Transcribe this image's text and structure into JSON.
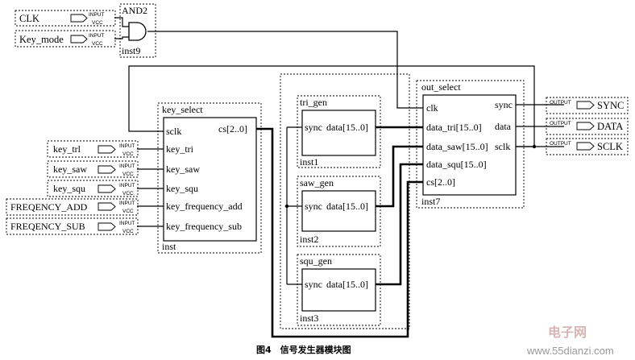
{
  "diagram": {
    "gate": {
      "name": "AND2",
      "instance": "inst9"
    },
    "inputs": [
      {
        "name": "CLK",
        "tag": "INPUT",
        "vcc": "VCC"
      },
      {
        "name": "Key_mode",
        "tag": "INPUT",
        "vcc": "VCC"
      },
      {
        "name": "key_trl",
        "tag": "INPUT",
        "vcc": "VCC"
      },
      {
        "name": "key_saw",
        "tag": "INPUT",
        "vcc": "VCC"
      },
      {
        "name": "key_squ",
        "tag": "INPUT",
        "vcc": "VCC"
      },
      {
        "name": "FREQENCY_ADD",
        "tag": "INPUT",
        "vcc": "VCC"
      },
      {
        "name": "FREQENCY_SUB",
        "tag": "INPUT",
        "vcc": "VCC"
      }
    ],
    "key_select": {
      "title": "key_select",
      "instance": "inst",
      "ports": {
        "sclk": "sclk",
        "key_tri": "key_tri",
        "key_saw": "key_saw",
        "key_squ": "key_squ",
        "key_frequency_add": "key_frequency_add",
        "key_frequency_sub": "key_frequency_sub",
        "cs": "cs[2..0]"
      }
    },
    "tri_gen": {
      "title": "tri_gen",
      "instance": "inst1",
      "sync": "sync",
      "data": "data[15..0]"
    },
    "saw_gen": {
      "title": "saw_gen",
      "instance": "inst2",
      "sync": "sync",
      "data": "data[15..0]"
    },
    "squ_gen": {
      "title": "squ_gen",
      "instance": "inst3",
      "sync": "sync",
      "data": "data[15..0]"
    },
    "out_select": {
      "title": "out_select",
      "instance": "inst7",
      "ports": {
        "clk": "clk",
        "data_tri": "data_tri[15..0]",
        "data_saw": "data_saw[15..0]",
        "data_squ": "data_squ[15..0]",
        "cs": "cs[2..0]",
        "sync": "sync",
        "data": "data",
        "sclk": "sclk"
      }
    },
    "outputs": [
      {
        "name": "SYNC",
        "tag": "OUTPUT"
      },
      {
        "name": "DATA",
        "tag": "OUTPUT"
      },
      {
        "name": "SCLK",
        "tag": "OUTPUT"
      }
    ]
  },
  "caption": "图4　信号发生器模块图",
  "watermark": {
    "site": "www.55dianzi.com",
    "logo_text": "电子网"
  }
}
